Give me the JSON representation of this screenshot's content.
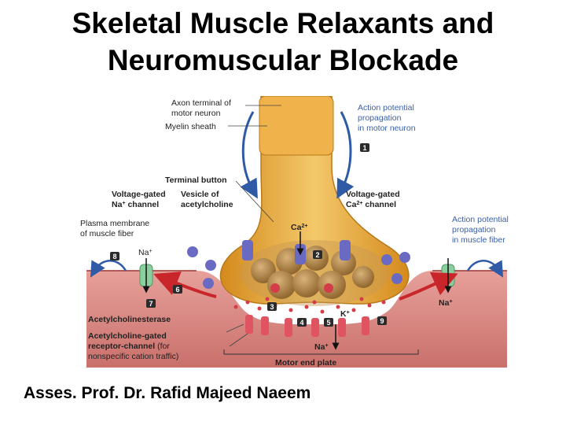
{
  "slide": {
    "title_line1": "Skeletal Muscle Relaxants and",
    "title_line2": "Neuromuscular Blockade",
    "author": "Asses. Prof. Dr. Rafid Majeed Naeem"
  },
  "figure": {
    "labels": {
      "axon_terminal": "Axon terminal of",
      "axon_terminal_2": "motor neuron",
      "myelin": "Myelin sheath",
      "terminal_button": "Terminal button",
      "vg_na_1": "Voltage-gated",
      "vg_na_2": "Na",
      "vg_na_sup": "+",
      "vg_na_3": " channel",
      "vesicle_1": "Vesicle of",
      "vesicle_2": "acetylcholine",
      "vg_ca_1": "Voltage-gated",
      "vg_ca_2": "Ca",
      "vg_ca_sup": "2+",
      "vg_ca_3": " channel",
      "plasma_1": "Plasma membrane",
      "plasma_2": "of muscle fiber",
      "ap_neuron_1": "Action potential",
      "ap_neuron_2": "propagation",
      "ap_neuron_3": "in motor neuron",
      "ap_muscle_1": "Action potential",
      "ap_muscle_2": "propagation",
      "ap_muscle_3": "in muscle fiber",
      "ache": "Acetylcholinesterase",
      "ach_gated_1": "Acetylcholine-gated",
      "ach_gated_2": "receptor-channel",
      "ach_gated_2b": " (for",
      "ach_gated_3": "nonspecific cation traffic)",
      "motor_end_plate": "Motor end plate",
      "ca_ion": "Ca",
      "ca_ion_sup": "2+",
      "na_left": "Na",
      "na_right": "Na",
      "na_bottom": "Na",
      "k_ion": "K",
      "plus": "+"
    },
    "step_numbers": [
      "1",
      "2",
      "3",
      "4",
      "5",
      "6",
      "7",
      "8",
      "9"
    ],
    "colors": {
      "axon": "#e8a83a",
      "muscle": "#d9847f",
      "callout": "#3a5fa8",
      "arrow_red": "#c8262b",
      "vesicle": "#a07835",
      "channel_green": "#8ccf9e",
      "channel_purple": "#6a6ac2"
    }
  }
}
